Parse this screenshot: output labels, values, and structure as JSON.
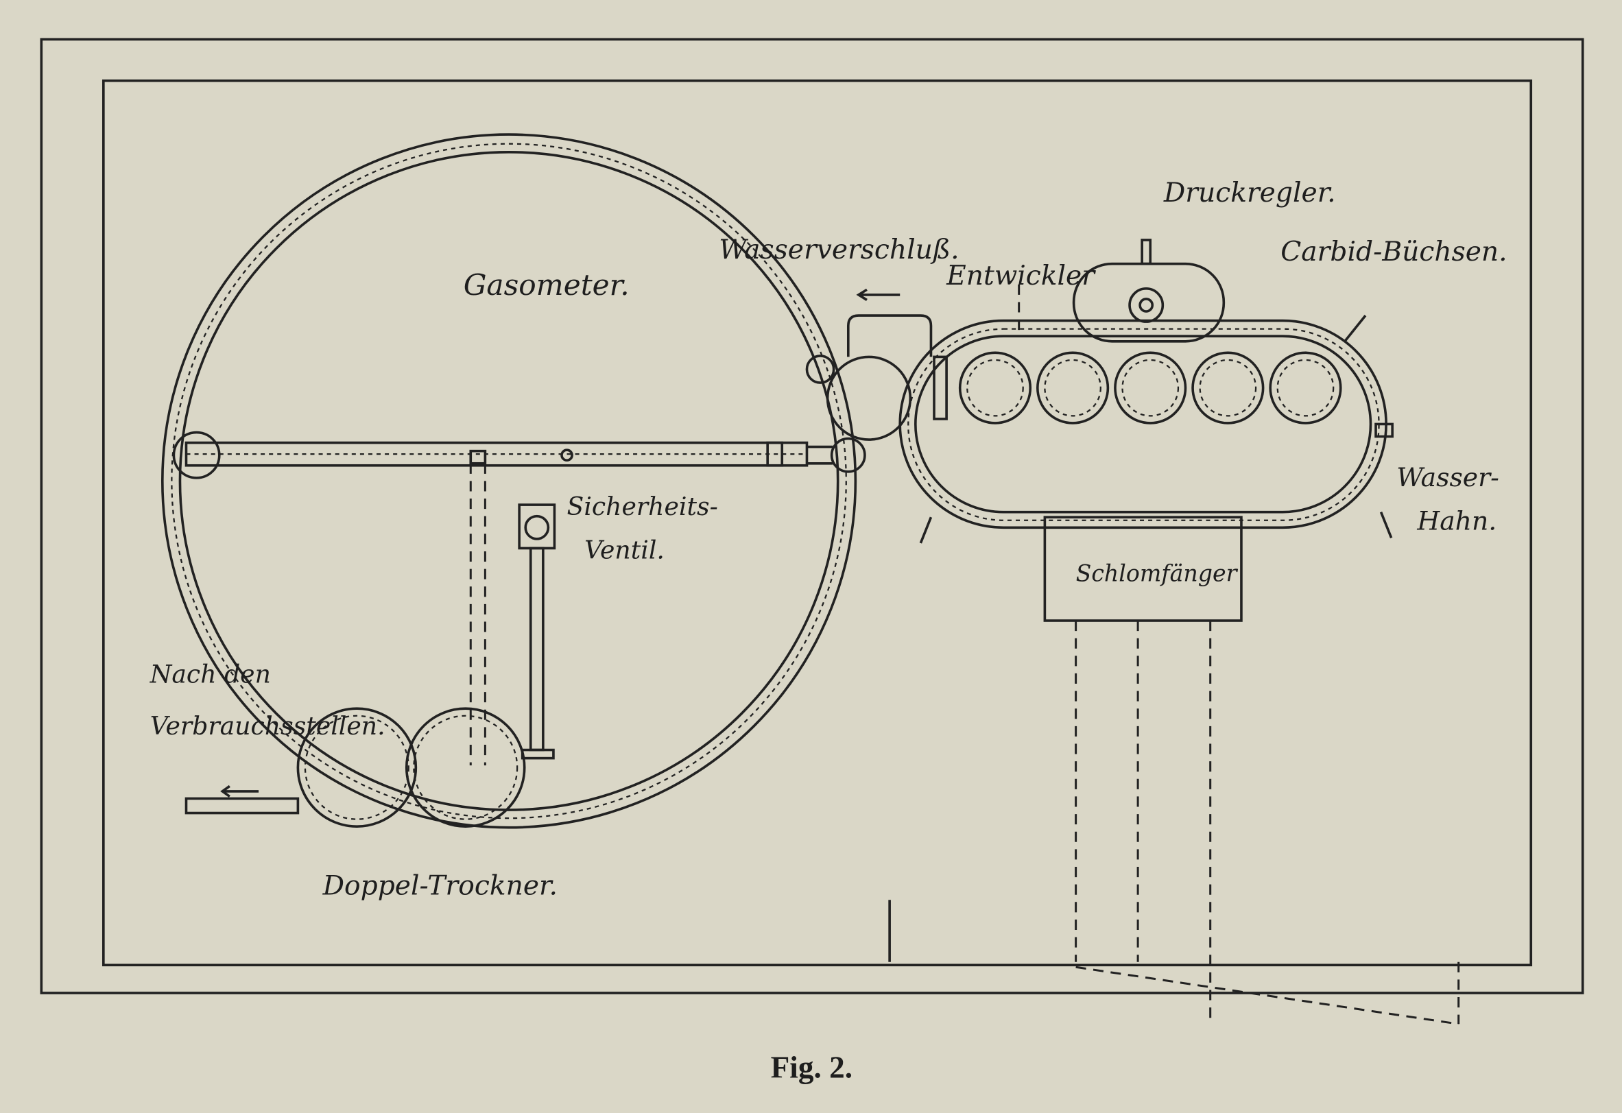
{
  "figure": {
    "caption": "Fig. 2.",
    "labels": {
      "gasometer": "Gasometer.",
      "wasserverschluss": "Wasserverschluß.",
      "entwickler": "Entwickler",
      "druckregler": "Druckregler.",
      "carbid": "Carbid-Büchsen.",
      "wasserhahn_1": "Wasser-",
      "wasserhahn_2": "Hahn.",
      "ventil_1": "Sicherheits-",
      "ventil_2": "Ventil.",
      "schlammfaenger": "Schlomfänger",
      "verbrauch_1": "Nach den",
      "verbrauch_2": "Verbrauchsstellen.",
      "trockner": "Doppel-Trockner."
    }
  },
  "colors": {
    "paper": "#dad7c7",
    "ink": "#222222"
  }
}
